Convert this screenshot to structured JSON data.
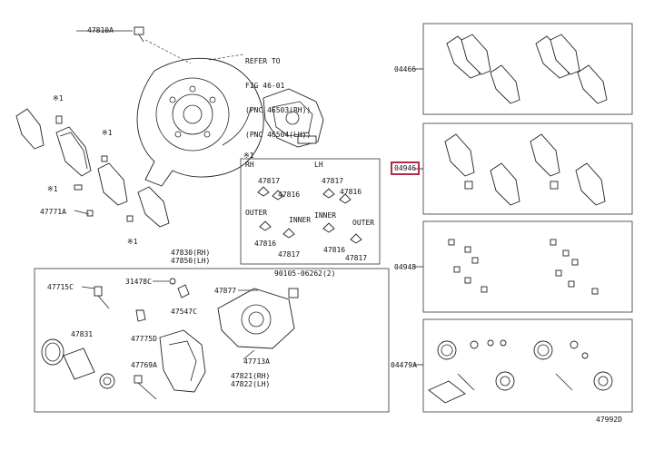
{
  "note_ref": [
    "REFER TO",
    "FIG 46-01",
    "(PNC 46503(RH))",
    "(PNC 46504(LH))"
  ],
  "labels": {
    "p47810a": "47810A",
    "x1_a": "※1",
    "x1_b": "※1",
    "x1_c": "※1",
    "x1_d": "※1",
    "x1_box": "※1",
    "p47771a": "47771A",
    "rh": "RH",
    "lh": "LH",
    "p47817_a": "47817",
    "p47816_a": "47816",
    "outer_a": "OUTER",
    "inner_a": "INNER",
    "p47816_b": "47816",
    "p47817_b": "47817",
    "p47817_c": "47817",
    "p47816_c": "47816",
    "inner_b": "INNER",
    "outer_b": "OUTER",
    "p47816_d": "47816",
    "p47817_d": "47817",
    "p47830rh": "47830(RH)",
    "p47850lh": "47850(LH)",
    "p47715c": "47715C",
    "p31478c": "31478C",
    "p90105": "90105-06262(2)",
    "p47877": "47877",
    "p47547c": "47547C",
    "p47831": "47831",
    "p47775d": "47775D",
    "p47713a": "47713A",
    "p47769a": "47769A",
    "p47821rh": "47821(RH)",
    "p47822lh": "47822(LH)",
    "k04466": "04466",
    "k04946": "04946",
    "k04948": "04948",
    "k04479a": "04479A",
    "fig_no": "47992D"
  },
  "highlight_color": "#b0284a"
}
